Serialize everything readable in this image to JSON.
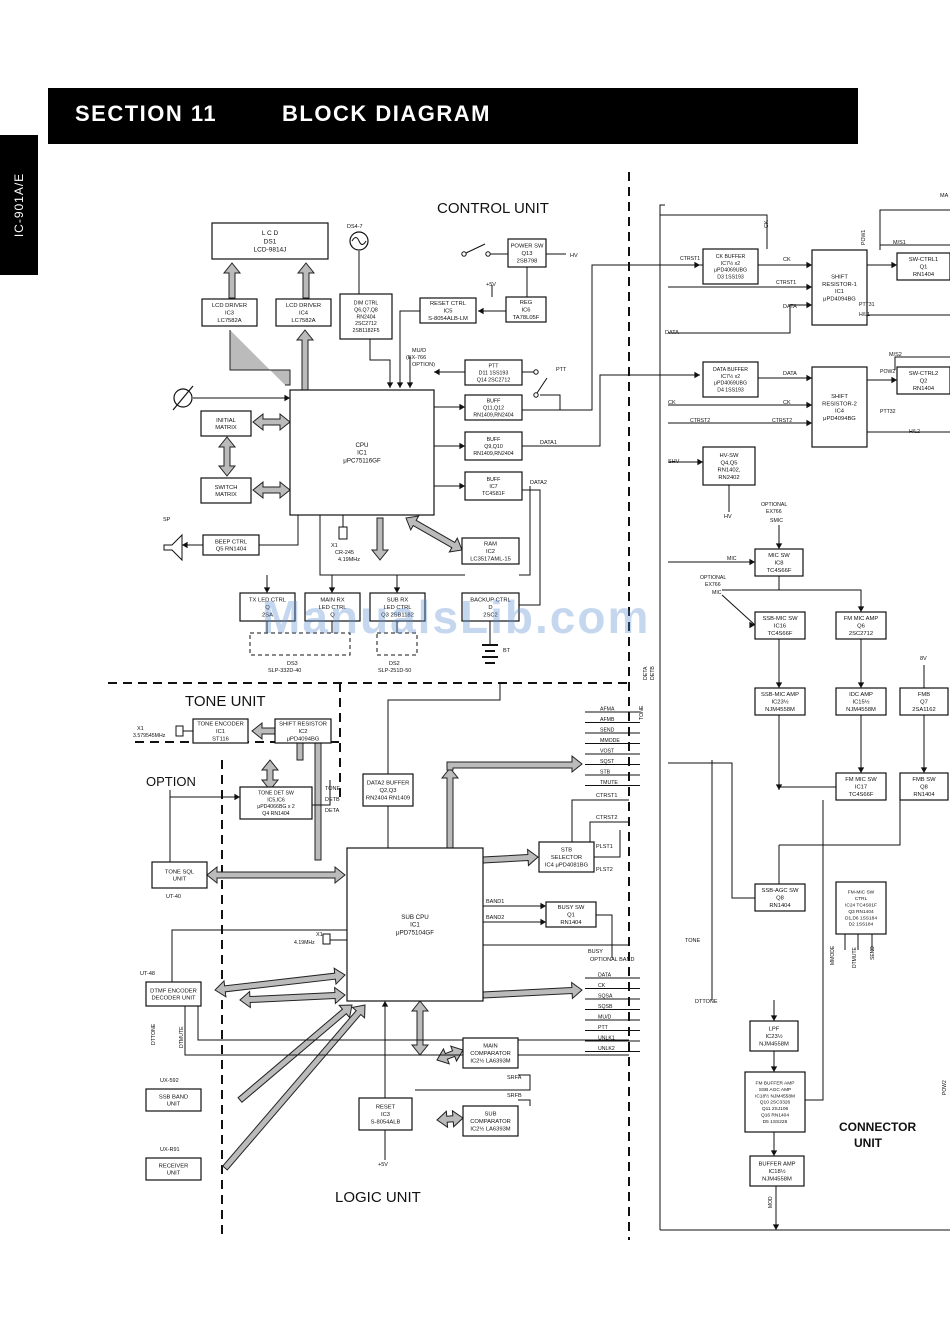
{
  "header": {
    "section_label": "SECTION 11",
    "title": "BLOCK DIAGRAM"
  },
  "side_tab": "IC-901A/E",
  "watermark": "ManualsLib.com",
  "unit_labels": {
    "control": "CONTROL UNIT",
    "tone": "TONE UNIT",
    "option": "OPTION",
    "logic": "LOGIC UNIT",
    "connector": [
      "CONNECTOR",
      "UNIT"
    ]
  },
  "blocks": {
    "lcd": [
      "L C D",
      "DS1",
      "LCD-9814J"
    ],
    "lcd_driver_1": [
      "LCD DRIVER",
      "IC3",
      "LC7582A"
    ],
    "lcd_driver_2": [
      "LCD DRIVER",
      "IC4",
      "LC7582A"
    ],
    "dim_ctrl": [
      "DIM CTRL",
      "Q6,Q7,Q8",
      "RN2404",
      "2SC2712",
      "2SB1182F5"
    ],
    "reset_ctrl": [
      "RESET CTRL",
      "IC5",
      "S-8054ALB-LM"
    ],
    "power_sw": [
      "POWER SW",
      "Q13",
      "2SB798"
    ],
    "reg": [
      "REG",
      "IC6",
      "TA78L05F"
    ],
    "ptt_buf": [
      "PTT",
      "D11 1SS193",
      "Q14 2SC2712"
    ],
    "buff_1": [
      "BUFF",
      "Q11,Q12",
      "RN1409,RN2404"
    ],
    "buff_2": [
      "BUFF",
      "Q9,Q10",
      "RN1409,RN2404"
    ],
    "buff_3": [
      "BUFF",
      "IC7",
      "TC4S81F"
    ],
    "cpu": [
      "CPU",
      "IC1",
      "μPC75116GF"
    ],
    "initial_matrix": [
      "INITIAL",
      "MATRIX"
    ],
    "switch_matrix": [
      "SWITCH",
      "MATRIX"
    ],
    "beep_ctrl": [
      "BEEP CTRL",
      "Q5 RN1404"
    ],
    "ram": [
      "RAM",
      "IC2",
      "LC3517AML-15"
    ],
    "tx_led_ctrl": [
      "TX LED CTRL",
      "Q",
      "2SA"
    ],
    "main_rx_led": [
      "MAIN RX",
      "LED CTRL",
      "Q"
    ],
    "sub_rx_led": [
      "SUB RX",
      "LED CTRL",
      "Q3 2SB1182"
    ],
    "backup_ctrl": [
      "BACKUP CTRL",
      "D",
      "2SC2"
    ],
    "tone_encoder": [
      "TONE ENCODER",
      "IC1",
      "ST116"
    ],
    "shift_resistor": [
      "SHIFT RESISTOR",
      "IC2",
      "μPD4094BG"
    ],
    "tone_det_sw": [
      "TONE DET SW",
      "IC5,IC6",
      "μPD4066BG x 2",
      "Q4 RN1404"
    ],
    "tone_sql": [
      "TONE SQL",
      "UNIT"
    ],
    "data2_buffer": [
      "DATA2 BUFFER",
      "Q2,Q3",
      "RN2404 RN1409"
    ],
    "sub_cpu": [
      "SUB CPU",
      "IC1",
      "μPD75104GF"
    ],
    "stb_selector": [
      "STB",
      "SELECTOR",
      "IC4 μPD4081BG"
    ],
    "busy_sw": [
      "BUSY SW",
      "Q1",
      "RN1404"
    ],
    "dtmf": [
      "DTMF ENCODER",
      "DECODER UNIT"
    ],
    "ssb_band": [
      "SSB BAND",
      "UNIT"
    ],
    "receiver_unit": [
      "RECEIVER",
      "UNIT"
    ],
    "reset_logic": [
      "RESET",
      "IC3",
      "S-8054ALB"
    ],
    "main_comparator": [
      "MAIN",
      "COMPARATOR",
      "IC2½ LA6393M"
    ],
    "sub_comparator": [
      "SUB",
      "COMPARATOR",
      "IC2½ LA6393M"
    ],
    "ck_buffer": [
      "CK BUFFER",
      "IC7½ x2",
      "μPD4069UBG",
      "D3 1SS193"
    ],
    "data_buffer": [
      "DATA BUFFER",
      "IC7½ x2",
      "μPD4069UBG",
      "D4 1SS193"
    ],
    "shift_reg_1": [
      "SHIFT",
      "RESISTOR-1",
      "IC1",
      "μPD4094BG"
    ],
    "shift_reg_2": [
      "SHIFT",
      "RESISTOR-2",
      "IC4",
      "μPD4094BG"
    ],
    "sw_ctrl_1": [
      "SW-CTRL1",
      "Q1",
      "RN1404"
    ],
    "sw_ctrl_2": [
      "SW-CTRL2",
      "Q2",
      "RN1404"
    ],
    "hv_sw": [
      "HV-SW",
      "Q4,Q5",
      "RN1402,",
      "RN2402"
    ],
    "mic_sw": [
      "MIC SW",
      "IC8",
      "TC4S66F"
    ],
    "ssb_mic_sw": [
      "SSB-MIC SW",
      "IC16",
      "TC4S66F"
    ],
    "fm_mic_amp": [
      "FM MIC AMP",
      "Q6",
      "2SC2712"
    ],
    "ssb_mic_amp": [
      "SSB-MIC AMP",
      "IC23½",
      "NJM4558M"
    ],
    "idc_amp": [
      "IDC AMP",
      "IC15½",
      "NJM4558M"
    ],
    "fmb": [
      "FMB",
      "Q7",
      "2SA1162"
    ],
    "fm_mic_sw": [
      "FM MIC SW",
      "IC17",
      "TC4S66F"
    ],
    "fmb_sw": [
      "FMB SW",
      "Q8",
      "RN1404"
    ],
    "ssb_agc_sw": [
      "SSB-AGC SW",
      "Q8",
      "RN1404"
    ],
    "fm_mic_sw_ctrl": [
      "FM-MIC SW",
      "CTRL",
      "IC24 TC4S01F",
      "Q3 RN1404",
      "D1,D6 1SS184",
      "D2 1SS184"
    ],
    "lpf": [
      "LPF",
      "IC23½",
      "NJM4558M"
    ],
    "fm_buffer_amp": [
      "FM BUFFER AMP",
      "SSB AGC AMP",
      "IC18½ NJM4558M",
      "Q10 2SC3326",
      "Q11 2SJ106",
      "Q16 RN1404",
      "D5 1SS226"
    ],
    "buffer_amp": [
      "BUFFER AMP",
      "IC18½",
      "NJM4558M"
    ]
  },
  "parts": {
    "ds4_7": "DS4-7",
    "hv": "HV",
    "plus5v": "+5V",
    "mu_d": "MU/D",
    "ex766": "(EX-766",
    "option_paren": "OPTION)",
    "ptt": "PTT",
    "data1": "DATA1",
    "data2": "DATA2",
    "sp": "SP",
    "x1": "X1",
    "cr245": "CR-245",
    "f419": "4.19MHz",
    "ds3": "DS3",
    "ds3_part": "SLP-332D-40",
    "ds2": "DS2",
    "ds2_part": "SLP-251D-50",
    "bt": "BT",
    "x1_tone": "X1",
    "x1_tone_freq": "3.579545MHz",
    "x1_sub_freq": "4.19MHz",
    "ut40": "UT-40",
    "ut48": "UT-48",
    "ux592": "UX-592",
    "uxr91": "UX-R91",
    "plus5v_logic": "+5V",
    "deta": "DETA",
    "detb": "DETB",
    "tone": "TONE",
    "tone2": "TONE",
    "dttone": "DTTONE",
    "dtmute": "DTMUTE",
    "srfa": "SRFA",
    "srfb": "SRFB",
    "band1": "BAND1",
    "band2": "BAND2",
    "busy": "BUSY",
    "optional_band": "OPTIONAL BAND",
    "ck": "CK",
    "data": "DATA",
    "ctrst1": "CTRST1",
    "ctrst2": "CTRST2",
    "m_s1": "M/S1",
    "m_s2": "M/S2",
    "pow1": "POW1",
    "pow2": "POW2",
    "ptt31": "PTT31",
    "ptt32": "PTT32",
    "h_l1": "H/L1",
    "h_l2": "H/L2",
    "shv": "SHV",
    "hv_out": "HV",
    "optional_ex766": "OPTIONAL",
    "ex766_b": "EX766",
    "smic": "SMIC",
    "mic": "MIC",
    "optional_ex766_mic": "OPTIONAL",
    "ex766_c": "EX766",
    "mic2": "MIC",
    "eightv": "8V",
    "mmode": "MMODE",
    "dtmute2": "DTMUTE",
    "send": "SEND",
    "mod": "MOD",
    "pow2_edge": "POW2",
    "ma": "MA",
    "dtmute_edge": "DTMUTE",
    "ctrst1_logic": "CTRST1",
    "ctrst2_logic": "CTRST2",
    "plst1": "PLST1",
    "plst2": "PLST2"
  },
  "bus_signals_top": [
    "AFMA",
    "AFMB",
    "SEND",
    "MMODE",
    "VOST",
    "SQST",
    "STB",
    "TMUTE"
  ],
  "bus_signals_bottom": [
    "DATA",
    "CK",
    "SQSA",
    "SQSB",
    "MU/D",
    "PTT",
    "UNLK1",
    "UNLK2"
  ]
}
